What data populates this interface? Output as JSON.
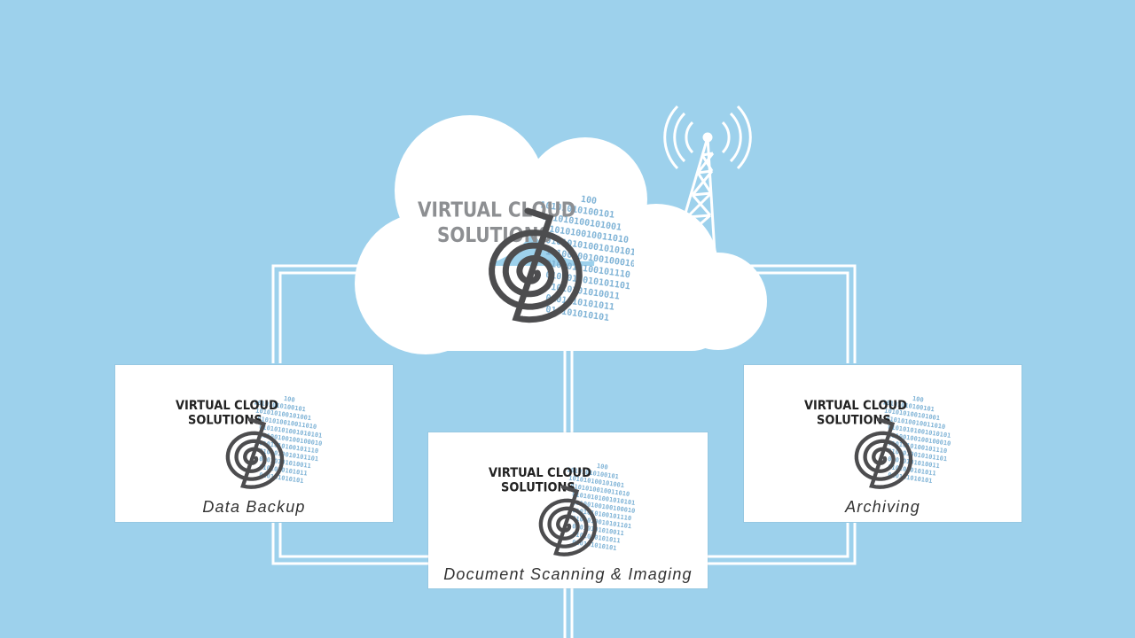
{
  "brand": {
    "line1": "VIRTUAL CLOUD",
    "line2": "SOLUTIONS",
    "binary_rows": [
      "100",
      "10101010100101",
      "101010100101001",
      "0101010010011010",
      "01010101001010101",
      "10100100100100010",
      "0101010100101110",
      "0100010010101101",
      "01010101010011",
      "0101010101011",
      "010101010101"
    ]
  },
  "services": {
    "left": {
      "label": "Data Backup"
    },
    "center": {
      "label": "Document Scanning & Imaging"
    },
    "right": {
      "label": "Archiving"
    }
  },
  "colors": {
    "background": "#9dd1ec",
    "cloud": "#ffffff",
    "spiral": "#4d4d4f",
    "binary": "#7fb3d6",
    "lines": "#ffffff"
  },
  "icons": [
    "cloud-icon",
    "antenna-tower-icon",
    "spiral-logo-icon"
  ]
}
